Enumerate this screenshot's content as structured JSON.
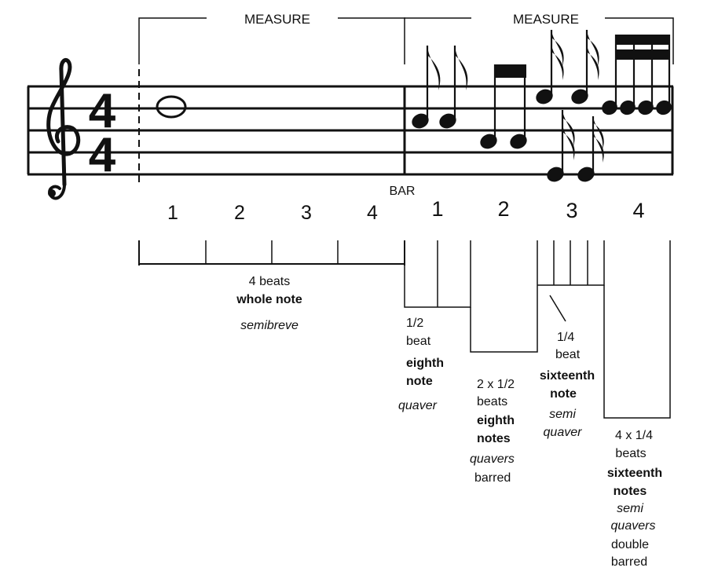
{
  "labels": {
    "measure_left": "MEASURE",
    "measure_right": "MEASURE",
    "bar": "BAR"
  },
  "time_signature": {
    "top": "4",
    "bottom": "4"
  },
  "counts": {
    "first_measure": [
      "1",
      "2",
      "3",
      "4"
    ],
    "second_measure": [
      "1",
      "2",
      "3",
      "4"
    ]
  },
  "notes": {
    "whole": {
      "beats": "4 beats",
      "name": "whole note",
      "alt": "semibreve"
    },
    "eighth": {
      "beats_1": "1/2",
      "beats_2": "beat",
      "name_1": "eighth",
      "name_2": "note",
      "alt": "quaver"
    },
    "eighth_barred": {
      "beats_1": "2 x 1/2",
      "beats_2": "beats",
      "name_1": "eighth",
      "name_2": "notes",
      "alt": "quavers",
      "extra": "barred"
    },
    "sixteenth": {
      "beats_1": "1/4",
      "beats_2": "beat",
      "name_1": "sixteenth",
      "name_2": "note",
      "alt_1": "semi",
      "alt_2": "quaver"
    },
    "sixteenth_barred": {
      "beats_1": "4 x 1/4",
      "beats_2": "beats",
      "name_1": "sixteenth",
      "name_2": "notes",
      "alt_1": "semi",
      "alt_2": "quavers",
      "extra_1": "double",
      "extra_2": "barred"
    }
  }
}
